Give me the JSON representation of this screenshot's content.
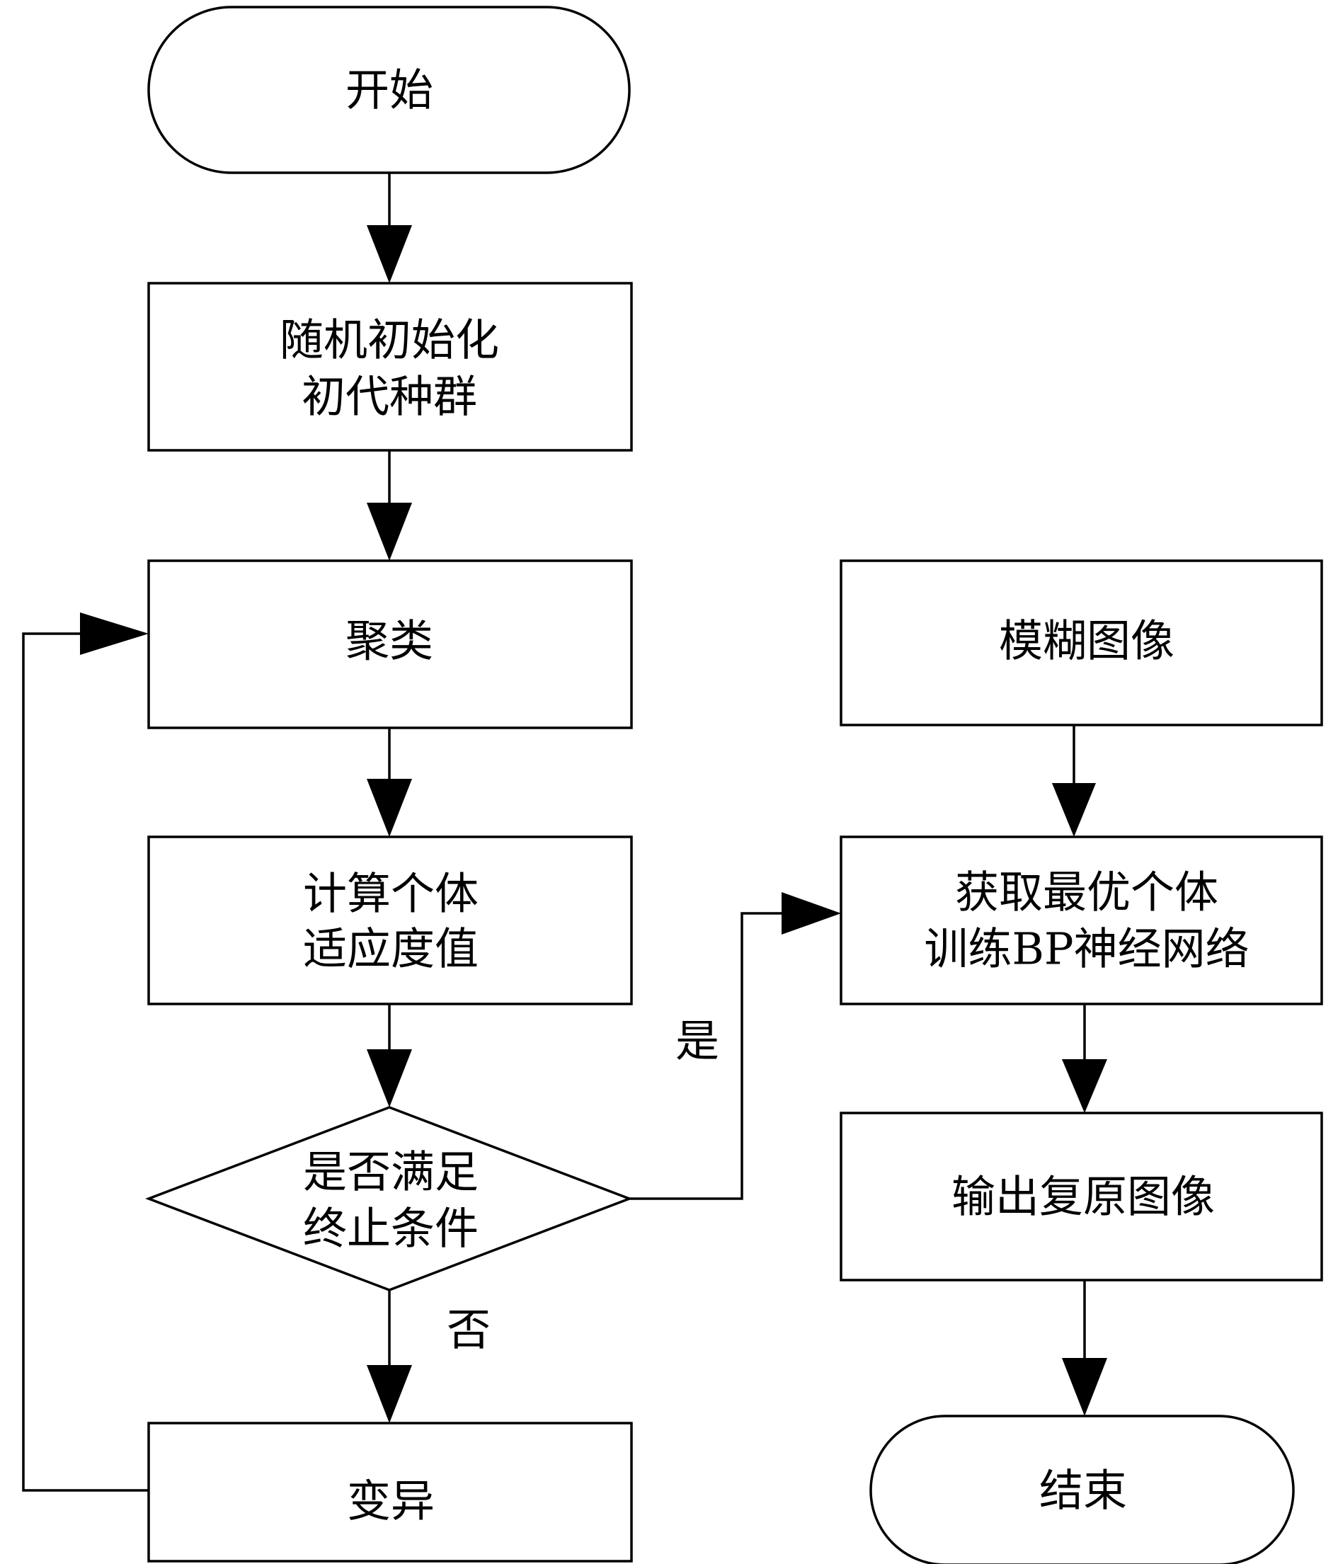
{
  "nodes": {
    "start": {
      "lines": [
        "开始"
      ]
    },
    "init": {
      "lines": [
        "随机初始化",
        "初代种群"
      ]
    },
    "cluster": {
      "lines": [
        "聚类"
      ]
    },
    "fitness": {
      "lines": [
        "计算个体",
        "适应度值"
      ]
    },
    "decision": {
      "lines": [
        "是否满足",
        "终止条件"
      ]
    },
    "mutate": {
      "lines": [
        "变异"
      ]
    },
    "blurred": {
      "lines": [
        "模糊图像"
      ]
    },
    "train": {
      "lines": [
        "获取最优个体",
        "训练BP神经网络"
      ]
    },
    "output": {
      "lines": [
        "输出复原图像"
      ]
    },
    "end": {
      "lines": [
        "结束"
      ]
    }
  },
  "edge_labels": {
    "yes": "是",
    "no": "否"
  }
}
